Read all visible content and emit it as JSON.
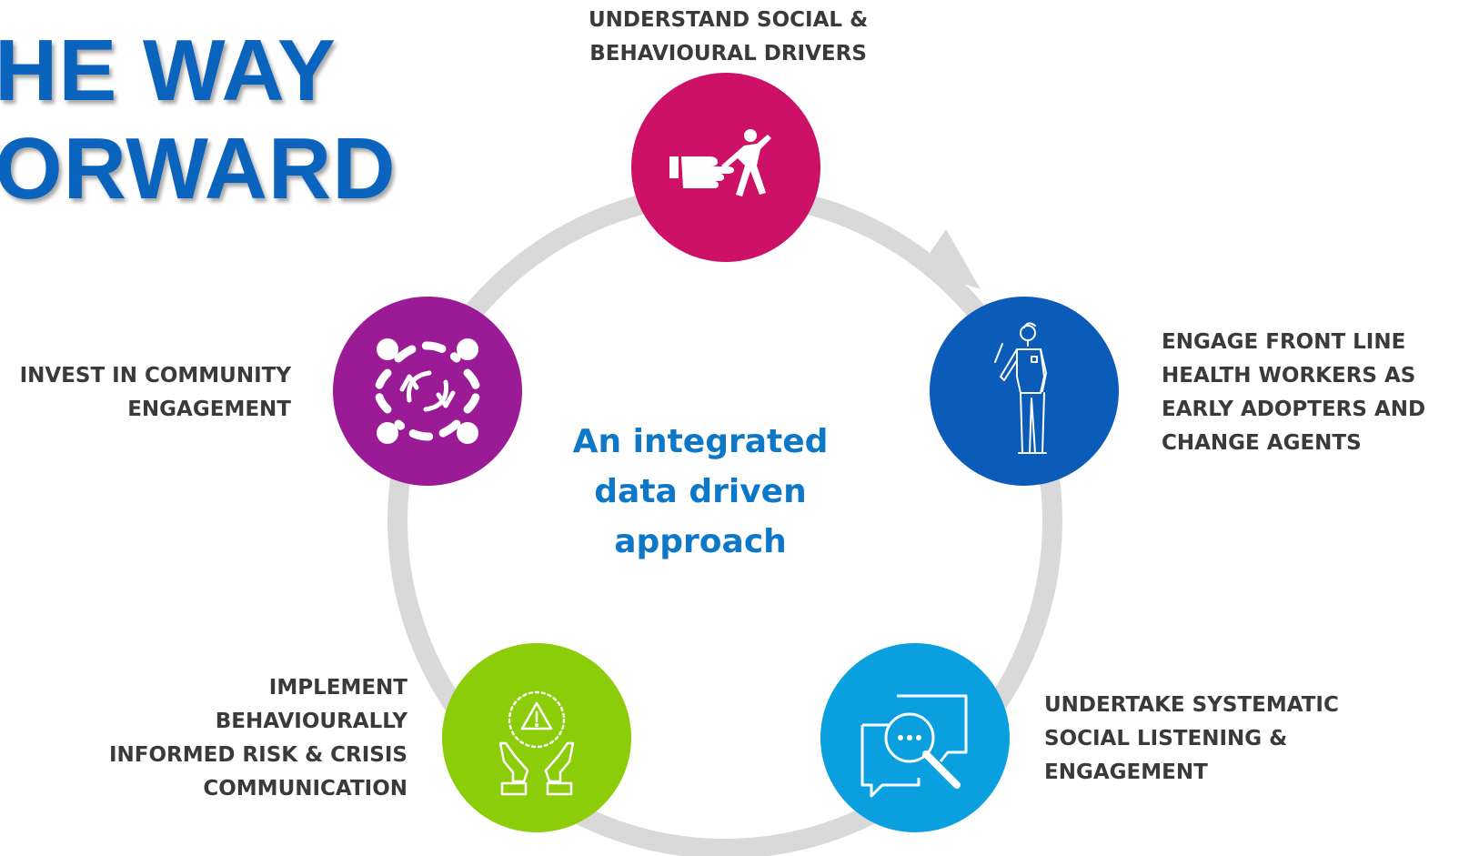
{
  "title": {
    "line1": "HE WAY",
    "line2": "ORWARD"
  },
  "center": {
    "line1": "An integrated",
    "line2": "data driven",
    "line3": "approach"
  },
  "steps": [
    {
      "lines": [
        "UNDERSTAND SOCIAL &",
        "BEHAVIOURAL DRIVERS"
      ],
      "color": "#cc1166",
      "icon": "pointing-hand-figure-icon"
    },
    {
      "lines": [
        "ENGAGE FRONT LINE",
        "HEALTH WORKERS AS",
        "EARLY ADOPTERS AND",
        "CHANGE AGENTS"
      ],
      "color": "#0b5bb8",
      "icon": "health-worker-icon"
    },
    {
      "lines": [
        "UNDERTAKE SYSTEMATIC",
        "SOCIAL LISTENING &",
        "ENGAGEMENT"
      ],
      "color": "#0aa0e0",
      "icon": "search-chat-icon"
    },
    {
      "lines": [
        "IMPLEMENT",
        "BEHAVIOURALLY",
        "INFORMED RISK & CRISIS",
        "COMMUNICATION"
      ],
      "color": "#8ccd0a",
      "icon": "warning-hands-icon"
    },
    {
      "lines": [
        "INVEST IN COMMUNITY",
        "ENGAGEMENT"
      ],
      "color": "#9a1b95",
      "icon": "community-cycle-icon"
    }
  ],
  "colors": {
    "title": "#0a63bd",
    "center_text": "#0e78c8",
    "ring": "#d9d9d9",
    "label_text": "#3a3a3a"
  }
}
